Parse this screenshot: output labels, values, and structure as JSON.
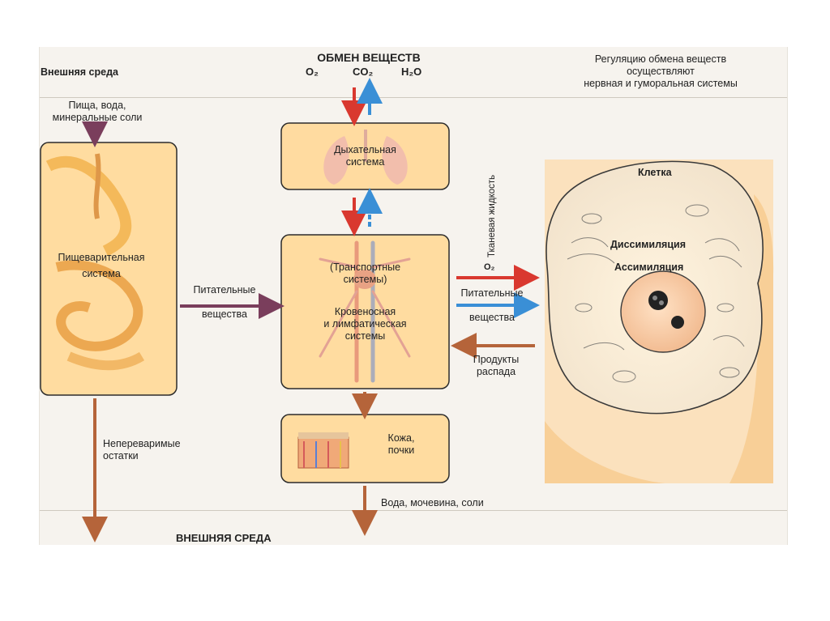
{
  "header": {
    "title": "ОБМЕН ВЕЩЕСТВ",
    "gases": {
      "o2": "O₂",
      "co2": "CO₂",
      "h2o": "H₂O"
    },
    "regulation": [
      "Регуляцию обмена веществ",
      "осуществляют",
      "нервная и гуморальная системы"
    ]
  },
  "left": {
    "external_env": "Внешняя среда",
    "intake": [
      "Пища, вода,",
      "минеральные соли"
    ],
    "digestive": [
      "Пищеварительная",
      "система"
    ],
    "undigested": [
      "Непереваримые",
      "остатки"
    ]
  },
  "middle": {
    "respiratory": [
      "Дыхательная",
      "система"
    ],
    "transport": [
      "(Транспортные",
      "системы)",
      "Кровеносная",
      "и лимфатическая",
      "системы"
    ],
    "nutrients_in": [
      "Питательные",
      "вещества"
    ],
    "excretory": [
      "Кожа,",
      "почки"
    ],
    "outputs": "Вода, мочевина, соли"
  },
  "right": {
    "tissue_fluid": "Тканевая жидкость",
    "o2": "O₂",
    "nutrients": [
      "Питательные",
      "вещества"
    ],
    "decay": [
      "Продукты",
      "распада"
    ],
    "cell": "Клетка",
    "dissimilation": "Диссимиляция",
    "assimilation": "Ассимиляция"
  },
  "footer": {
    "external_env": "ВНЕШНЯЯ СРЕДА"
  },
  "colors": {
    "box_fill": "#ffd690",
    "red_arrow": "#d9382f",
    "blue_arrow": "#3a8fd6",
    "brown_arrow": "#b5643a",
    "purple_arrow": "#7a3e5c"
  }
}
